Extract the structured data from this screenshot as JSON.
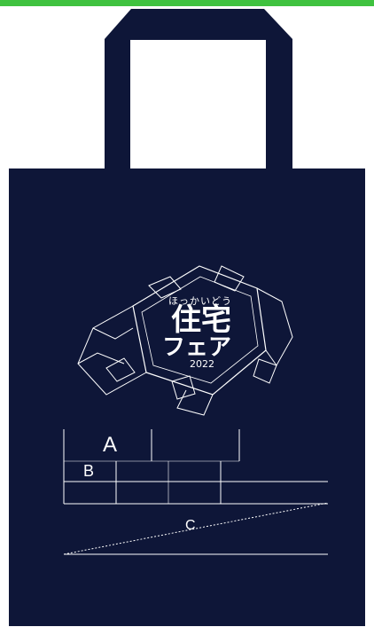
{
  "product": {
    "colors": {
      "bag": "#0e1638",
      "accent_bar": "#3fc23f",
      "line": "#ffffff",
      "background": "#ffffff"
    },
    "logo": {
      "top_text": "ほっかいどう",
      "main_line1": "住宅",
      "main_line2": "フェア",
      "year": "2022"
    },
    "dimensions": {
      "a": "A",
      "b": "B",
      "c": "C"
    }
  }
}
